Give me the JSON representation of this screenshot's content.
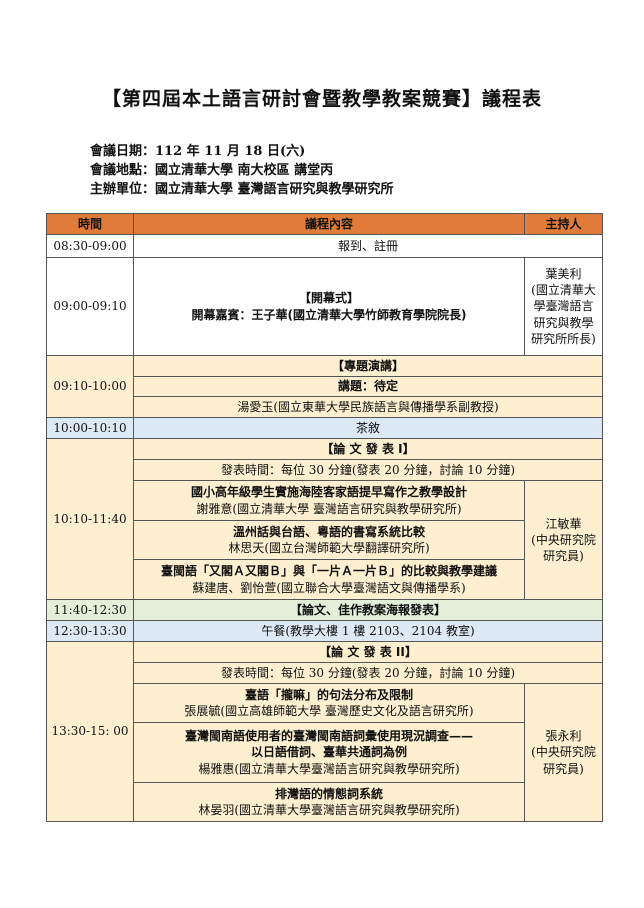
{
  "title": "【第四屆本土語言研討會暨教學教案競賽】議程表",
  "meta": {
    "date_label": "會議日期：",
    "date_value": "112 年 11 月 18 日(六)",
    "venue_label": "會議地點：",
    "venue_value": "國立清華大學 南大校區 講堂丙",
    "host_label": "主辦單位：",
    "host_value": "國立清華大學 臺灣語言研究與教學研究所"
  },
  "headers": {
    "time": "時間",
    "content": "議程內容",
    "host": "主持人"
  },
  "rows": {
    "r1": {
      "time": "08:30-09:00",
      "content": "報到、註冊"
    },
    "r2": {
      "time": "09:00-09:10",
      "title": "【開幕式】",
      "guest": "開幕嘉賓：王子華(國立清華大學竹師教育學院院長)",
      "host_lines": [
        "葉美利",
        "(國立清華大",
        "學臺灣語言",
        "研究與教學",
        "研究所所長)"
      ]
    },
    "r3": {
      "time": "09:10-10:00",
      "title": "【專題演講】",
      "topic": "講題：待定",
      "speaker": "湯愛玉(國立東華大學民族語言與傳播學系副教授)"
    },
    "r4": {
      "time": "10:00-10:10",
      "content": "茶敘"
    },
    "r5": {
      "time": "10:10-11:40",
      "title": "【論 文 發 表 I】",
      "rule": "發表時間：每位 30 分鐘(發表 20 分鐘，討論 10 分鐘)",
      "papers": [
        {
          "title": "國小高年級學生實施海陸客家語提早寫作之教學設計",
          "author": "謝雅意(國立清華大學 臺灣語言研究與教學研究所)"
        },
        {
          "title": "溫州話與台語、粵語的書寫系統比較",
          "author": "林思天(國立台灣師範大學翻譯研究所)"
        },
        {
          "title": "臺閩語「又閣Ａ又閣Ｂ」與「一片Ａ一片Ｂ」的比較與教學建議",
          "author": "蘇建唐、劉怡萱(國立聯合大學臺灣語文與傳播學系)"
        }
      ],
      "host_lines": [
        "江敏華",
        "(中央研究院",
        "研究員)"
      ]
    },
    "r6": {
      "time": "11:40-12:30",
      "content": "【論文、佳作教案海報發表】"
    },
    "r7": {
      "time": "12:30-13:30",
      "content": "午餐(教學大樓 1 樓 2103、2104 教室)"
    },
    "r8": {
      "time": "13:30-15: 00",
      "title": "【論 文 發 表 II】",
      "rule": "發表時間：每位 30 分鐘(發表 20 分鐘，討論 10 分鐘)",
      "papers": [
        {
          "title": "臺語「攏嘛」的句法分布及限制",
          "author": "張展毓(國立高雄師範大學 臺灣歷史文化及語言研究所)"
        },
        {
          "title": "臺灣閩南語使用者的臺灣閩南語詞彙使用現況調查——",
          "title2": "以日語借詞、臺華共通詞為例",
          "author": "楊雅惠(國立清華大學臺灣語言研究與教學研究所)"
        },
        {
          "title": "排灣語的情態詞系統",
          "author": "林晏羽(國立清華大學臺灣語言研究與教學研究所)"
        }
      ],
      "host_lines": [
        "張永利",
        "(中央研究院",
        "研究員)"
      ]
    }
  }
}
